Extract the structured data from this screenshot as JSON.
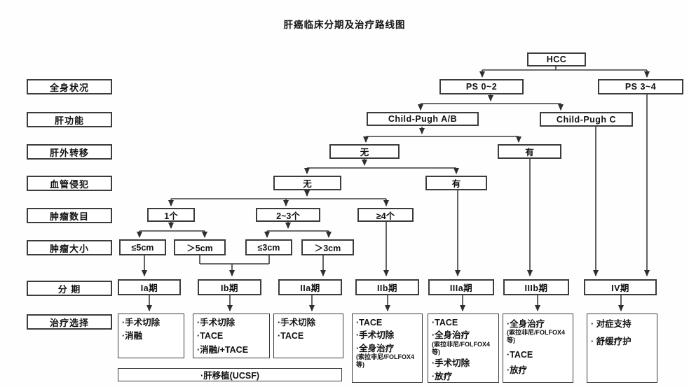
{
  "title": "肝癌临床分期及治疗路线图",
  "row_labels": {
    "general_condition": "全身状况",
    "liver_function": "肝功能",
    "extrahepatic_metastasis": "肝外转移",
    "vascular_invasion": "血管侵犯",
    "tumor_number": "肿瘤数目",
    "tumor_size": "肿瘤大小",
    "stage": "分 期",
    "treatment_selection": "治疗选择"
  },
  "nodes": {
    "hcc": "HCC",
    "ps_0_2": "PS 0~2",
    "ps_3_4": "PS 3~4",
    "child_pugh_ab": "Child-Pugh A/B",
    "child_pugh_c": "Child-Pugh C",
    "metastasis_no": "无",
    "metastasis_yes": "有",
    "vascular_no": "无",
    "vascular_yes": "有",
    "tumor_1": "1个",
    "tumor_2_3": "2~3个",
    "tumor_ge4": "≥4个",
    "size_le5": "≤5cm",
    "size_gt5": "＞5cm",
    "size_le3": "≤3cm",
    "size_gt3": "＞3cm"
  },
  "stages": {
    "ia": "Ia期",
    "ib": "Ib期",
    "iia": "IIa期",
    "iib": "IIb期",
    "iiia": "IIIa期",
    "iiib": "IIIb期",
    "iv": "IV期"
  },
  "treatments": {
    "ia": {
      "items": [
        {
          "text": "·手术切除"
        },
        {
          "text": "·消融"
        }
      ]
    },
    "ib": {
      "items": [
        {
          "text": "·手术切除"
        },
        {
          "text": "·TACE"
        },
        {
          "text": "·消融/+TACE"
        }
      ]
    },
    "iia": {
      "items": [
        {
          "text": "·手术切除"
        },
        {
          "text": "·TACE"
        }
      ]
    },
    "iib": {
      "items": [
        {
          "text": "·TACE"
        },
        {
          "text": "·手术切除"
        },
        {
          "text": "·全身治疗",
          "sub": "(索拉非尼/FOLFOX4等)"
        }
      ]
    },
    "iiia": {
      "items": [
        {
          "text": "·TACE"
        },
        {
          "text": "·全身治疗",
          "sub": "(索拉非尼/FOLFOX4等)"
        },
        {
          "text": "·手术切除"
        },
        {
          "text": "·放疗"
        }
      ]
    },
    "iiib": {
      "items": [
        {
          "text": "·全身治疗",
          "sub": "(索拉非尼/FOLFOX4等)"
        },
        {
          "text": "·TACE"
        },
        {
          "text": "·放疗"
        }
      ]
    },
    "iv": {
      "items": [
        {
          "text": "· 对症支持"
        },
        {
          "text": "· 舒缓疗护"
        }
      ]
    },
    "transplant": "·肝移植(UCSF)"
  },
  "colors": {
    "line": "#3c3c3c",
    "arrow": "#2e2e2e",
    "text": "#111111",
    "background": "#fefefe"
  }
}
